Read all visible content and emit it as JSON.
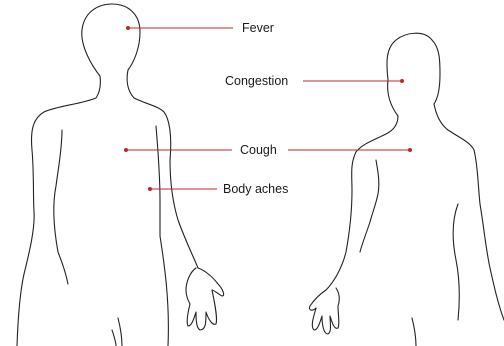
{
  "figure": {
    "label_color": "#1a1a1a",
    "leader_color": "#c0272d",
    "outline_color": "#222222",
    "symptoms": [
      {
        "id": "fever",
        "label": "Fever"
      },
      {
        "id": "congestion",
        "label": "Congestion"
      },
      {
        "id": "cough",
        "label": "Cough"
      },
      {
        "id": "body-aches",
        "label": "Body aches"
      }
    ]
  }
}
